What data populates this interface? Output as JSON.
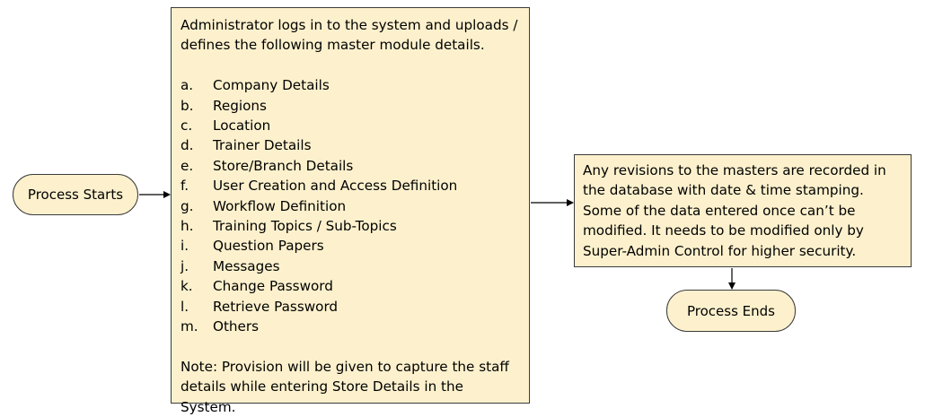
{
  "nodes": {
    "start": {
      "label": "Process Starts"
    },
    "main": {
      "intro": "Administrator logs in to the system and uploads / defines the following master module details.",
      "items": [
        {
          "marker": "a.",
          "label": "Company Details"
        },
        {
          "marker": "b.",
          "label": "Regions"
        },
        {
          "marker": "c.",
          "label": "Location"
        },
        {
          "marker": "d.",
          "label": "Trainer Details"
        },
        {
          "marker": "e.",
          "label": "Store/Branch Details"
        },
        {
          "marker": "f.",
          "label": "User Creation and Access Definition"
        },
        {
          "marker": "g.",
          "label": "Workflow Definition"
        },
        {
          "marker": "h.",
          "label": "Training Topics / Sub-Topics"
        },
        {
          "marker": "i.",
          "label": "Question Papers"
        },
        {
          "marker": "j.",
          "label": "Messages"
        },
        {
          "marker": "k.",
          "label": "Change Password"
        },
        {
          "marker": "l.",
          "label": "Retrieve Password"
        },
        {
          "marker": "m.",
          "label": "Others"
        }
      ],
      "note": "Note: Provision will be given to capture the staff details while entering Store Details in the System."
    },
    "revision": {
      "text": "Any revisions to the masters are recorded in the database with date & time stamping. Some of the data entered once can’t be modified. It needs to be modified only by Super-Admin Control for higher security."
    },
    "end": {
      "label": "Process Ends"
    }
  },
  "colors": {
    "node_fill": "#fdf1cd",
    "node_border": "#3a3a3a",
    "connector": "#000000"
  }
}
